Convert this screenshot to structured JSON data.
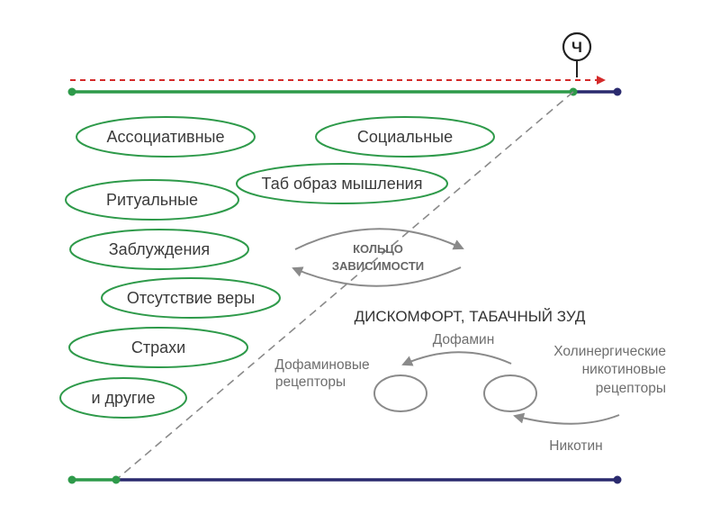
{
  "marker": {
    "label": "Ч"
  },
  "categories": [
    "Ассоциативные",
    "Социальные",
    "Таб образ мышления",
    "Ритуальные",
    "Заблуждения",
    "Отсутствие веры",
    "Страхи",
    "и другие"
  ],
  "cycle": {
    "line1": "КОЛЬЦО",
    "line2": "ЗАВИСИМОСТИ"
  },
  "heading": "ДИСКОМФОРТ, ТАБАЧНЫЙ ЗУД",
  "mechanism": {
    "dopamine": "Дофамин",
    "dopamine_receptors_line1": "Дофаминовые",
    "dopamine_receptors_line2": "рецепторы",
    "cholinergic_line1": "Холинергические",
    "cholinergic_line2": "никотиновые",
    "cholinergic_line3": "рецепторы",
    "nicotine": "Никотин"
  },
  "colors": {
    "green": "#2e9a4a",
    "navy": "#2a2a6e",
    "red": "#d42a2a",
    "gray": "#8a8a8a"
  }
}
